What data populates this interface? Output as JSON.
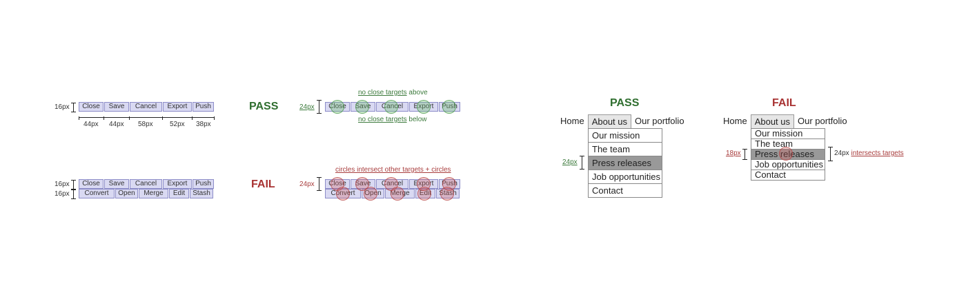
{
  "left_panel": {
    "row1": {
      "height_label": "16px",
      "buttons": [
        "Close",
        "Save",
        "Cancel",
        "Export",
        "Push"
      ],
      "widths": [
        "44px",
        "44px",
        "58px",
        "52px",
        "38px"
      ]
    },
    "pass": {
      "verdict": "PASS",
      "size_label": "24px",
      "note_above_link": "no close targets",
      "note_above_rest": " above",
      "note_below_link": "no close targets",
      "note_below_rest": " below",
      "buttons": [
        "Close",
        "Save",
        "Cancel",
        "Export",
        "Push"
      ]
    },
    "row2": {
      "height_label_1": "16px",
      "height_label_2": "16px",
      "buttons_top": [
        "Close",
        "Save",
        "Cancel",
        "Export",
        "Push"
      ],
      "buttons_bottom": [
        "Convert",
        "Open",
        "Merge",
        "Edit",
        "Stash"
      ]
    },
    "fail": {
      "verdict": "FAIL",
      "size_label": "24px",
      "note": "circles intersect other targets + circles",
      "buttons_top": [
        "Close",
        "Save",
        "Cancel",
        "Export",
        "Push"
      ],
      "buttons_bottom": [
        "Convert",
        "Open",
        "Merge",
        "Edit",
        "Stash"
      ]
    }
  },
  "right_panel": {
    "pass": {
      "verdict": "PASS",
      "nav": [
        "Home",
        "About us",
        "Our portfolio"
      ],
      "items": [
        "Our mission",
        "The team",
        "Press releases",
        "Job opportunities",
        "Contact"
      ],
      "highlighted_index": 2,
      "size_label": "24px"
    },
    "fail": {
      "verdict": "FAIL",
      "nav": [
        "Home",
        "About us",
        "Our portfolio"
      ],
      "items": [
        "Our mission",
        "The team",
        "Press releases",
        "Job opportunities",
        "Contact"
      ],
      "highlighted_index": 2,
      "size_label": "18px",
      "right_size_label": "24px",
      "right_note": "intersects targets"
    }
  },
  "colors": {
    "pass": "#2f6e2f",
    "fail": "#a83232",
    "button_fill": "#d9d9f2",
    "button_border": "#8c8cc8"
  }
}
